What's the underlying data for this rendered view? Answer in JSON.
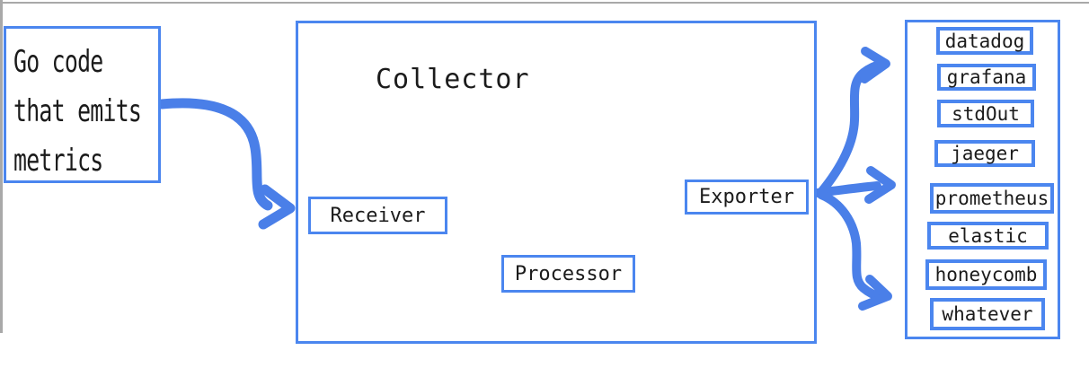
{
  "colors": {
    "accent": "#4b86ef",
    "arrow": "#4a7fe8",
    "text": "#1b1b1b",
    "frame_gray": "#a9a9a9"
  },
  "source_box": {
    "lines": [
      "Go code",
      "that emits",
      "metrics"
    ]
  },
  "collector": {
    "title": "Collector",
    "stages": [
      {
        "label": "Receiver"
      },
      {
        "label": "Processor"
      },
      {
        "label": "Exporter"
      }
    ]
  },
  "destinations": {
    "items": [
      "datadog",
      "grafana",
      "stdOut",
      "jaeger",
      "prometheus",
      "elastic",
      "honeycomb",
      "whatever"
    ]
  },
  "edges": [
    {
      "from": "source-box",
      "to": "receiver"
    },
    {
      "from": "receiver",
      "to": "processor"
    },
    {
      "from": "processor",
      "to": "exporter"
    },
    {
      "from": "exporter",
      "to": "destinations-top-group"
    },
    {
      "from": "exporter",
      "to": "destinations-middle-group"
    },
    {
      "from": "exporter",
      "to": "destinations-bottom-group"
    }
  ]
}
